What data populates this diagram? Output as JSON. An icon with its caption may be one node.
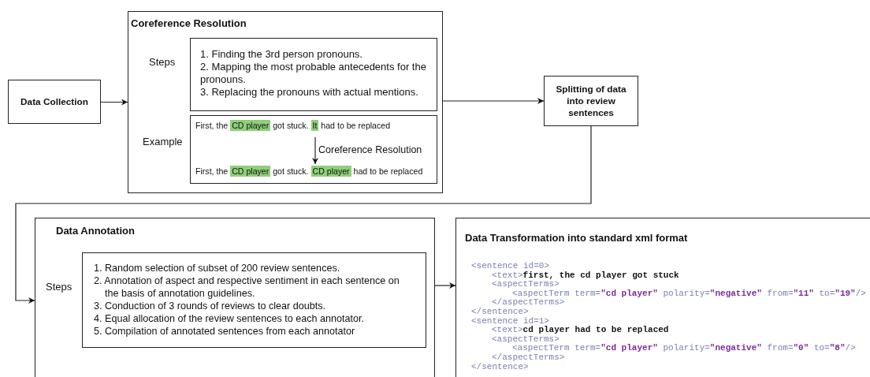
{
  "diagram": {
    "nodes": [
      {
        "text": [
          "Data Collection"
        ]
      },
      {
        "text": [
          "Coreference Resolution"
        ]
      },
      {
        "text": [
          "1. Finding the 3rd person pronouns.",
          "2. Mapping the most probable antecedents for the pronouns.",
          "3. Replacing the pronouns with actual mentions."
        ],
        "in": 1,
        "beside": [
          "Steps"
        ]
      },
      {
        "text": [],
        "shape": "box",
        "in": 1,
        "beside": [
          "Example"
        ]
      },
      {
        "text": [
          "First, the *CD player* got stuck. *It* had to be replaced"
        ],
        "in": 3
      },
      {
        "text": [
          "First, the *CD player* got stuck. *CD player* had to be replaced"
        ],
        "in": 3
      },
      {
        "text": [
          "Splitting of data into review sentences"
        ]
      },
      {
        "text": [
          "Data Annotation"
        ]
      },
      {
        "text": [
          "1. Random selection of subset of 200 review sentences.",
          "2. Annotation of aspect and respective sentiment in each sentence on the basis of annotation guidelines.",
          "3. Conduction of 3 rounds of reviews to clear doubts.",
          "4. Equal allocation of the review sentences to each annotator.",
          "5. Compilation of annotated sentences from each annotator"
        ],
        "in": 7,
        "beside": [
          "Steps"
        ]
      },
      {
        "text": [
          "Data Transformation into standard xml format",
          "<sentence id=0>",
          "<text>first, the cd player got stuck",
          "<aspectTerms>",
          "<aspectTerm term=\"cd player\" polarity=\"negative\" from=\"11\" to=\"19\"/>",
          "</aspectTerms>",
          "</sentence>",
          "<sentence id=1>",
          "<text>cd player had to be replaced",
          "<aspectTerms>",
          "<aspectTerm term=\"cd player\" polarity=\"negative\" from=\"0\" to=\"8\"/>",
          "</aspectTerms>",
          "</sentence>"
        ]
      }
    ],
    "edges": [
      {
        "from": 0,
        "to": 1,
        "arrow": "to"
      },
      {
        "from": 1,
        "to": 6,
        "arrow": "to"
      },
      {
        "from": 4,
        "to": 5,
        "arrow": "to",
        "label": "Coreference Resolution"
      },
      {
        "from": 6,
        "to": 7,
        "arrow": "to"
      },
      {
        "from": 7,
        "to": 9,
        "arrow": "to"
      }
    ]
  }
}
